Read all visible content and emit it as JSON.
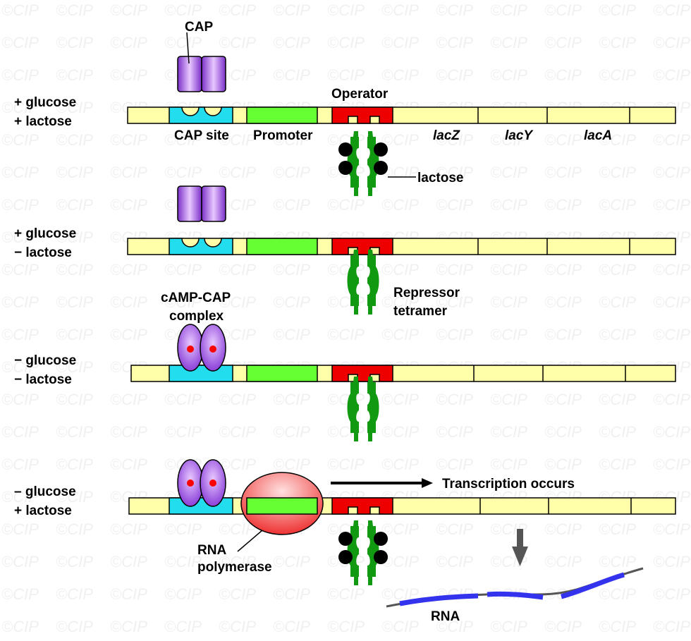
{
  "watermark": "©CIP",
  "colors": {
    "dna": "#ffffaa",
    "cap_site": "#22ddee",
    "promoter": "#66ff33",
    "operator": "#ee0000",
    "cap_protein": "#9944dd",
    "repressor": "#119911",
    "lactose": "#000000",
    "camp_dot": "#ff0000",
    "rna_polymerase": "#ee3333",
    "rna_segment": "#3333ee",
    "rna_linker": "#555555"
  },
  "labels": {
    "cap": "CAP",
    "operator": "Operator",
    "cap_site": "CAP site",
    "promoter": "Promoter",
    "lacZ": "lacZ",
    "lacY": "lacY",
    "lacA": "lacA",
    "lactose": "lactose",
    "repressor_line1": "Repressor",
    "repressor_line2": "tetramer",
    "camp_cap_line1": "cAMP-CAP",
    "camp_cap_line2": "complex",
    "transcription": "Transcription occurs",
    "rna_pol_line1": "RNA",
    "rna_pol_line2": "polymerase",
    "rna": "RNA"
  },
  "panels": [
    {
      "condition_line1": "+ glucose",
      "condition_line2": "+ lactose"
    },
    {
      "condition_line1": "+ glucose",
      "condition_line2": "− lactose"
    },
    {
      "condition_line1": "− glucose",
      "condition_line2": "− lactose"
    },
    {
      "condition_line1": "– glucose",
      "condition_line2": "+ lactose"
    }
  ]
}
